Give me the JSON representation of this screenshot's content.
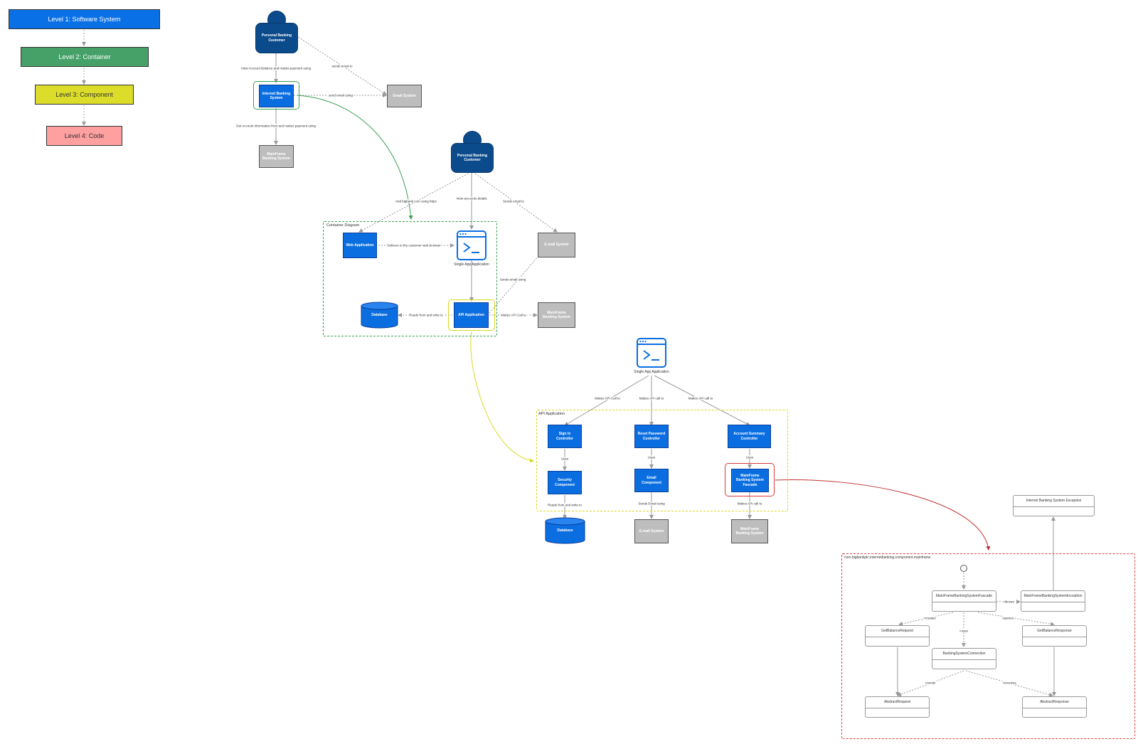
{
  "levels": {
    "l1": "Level 1: Software System",
    "l2": "Level 2: Container",
    "l3": "Level 3: Component",
    "l4": "Level 4: Code"
  },
  "colors": {
    "blue": "#0a6ee1",
    "person": "#0b4a8b",
    "gray": "#bdbdbd",
    "green": "#45a168",
    "yellow": "#dcdc2a",
    "red": "#e04444"
  },
  "context": {
    "customer": "Personal Banking\nCustomer",
    "ibs": "Internet Banking\nSystem",
    "email": "Email System",
    "mainframe": "MainFrame\nBanking System",
    "lbl_view": "View Account Balance and makes payment using",
    "lbl_sends_email": "sends email to",
    "lbl_send_email_using": "send email using",
    "lbl_get_account": "Get Account information from and makes payment using"
  },
  "container": {
    "customer": "Personal Banking\nCustomer",
    "title": "Container Diagram",
    "web": "Web Application",
    "spa": "Single App Application",
    "db": "Database",
    "api": "API Application",
    "email": "E-mail System",
    "mainframe": "MainFrame\nBanking System",
    "lbl_visit": "visit bigbank.com using https",
    "lbl_view": "View accounts details",
    "lbl_sends_email": "Sends email to",
    "lbl_delivers": "Delivers to the customer web browser",
    "lbl_reads": "Reads from and write to",
    "lbl_makes_api": "Makes API Call to",
    "lbl_sends_email_using": "Sends email using"
  },
  "component": {
    "spa": "Single App Application",
    "title": "API Application",
    "signin": "Sign in\nController",
    "reset": "Reset Password\nController",
    "summary": "Account Summary\nController",
    "security": "Security\nComponent",
    "email": "Email\nComponent",
    "facade": "MainFrame\nBanking System\nFascade",
    "db": "Database",
    "emailsys": "E-mail System",
    "mainframe": "MainFrame\nBanking System",
    "lbl_api1": "Makes API Call to",
    "lbl_api2": "Makes API call to",
    "lbl_api3": "Makes API call to",
    "lbl_uses1": "Uses",
    "lbl_uses2": "Uses",
    "lbl_uses3": "Uses",
    "lbl_reads": "Reads from and write to",
    "lbl_sends_email": "Sends Email using",
    "lbl_makes_api": "Makes API call to"
  },
  "code": {
    "package": "com.bigbankplc.internetbanking.component.mainframe",
    "exception_top": "Internet Banking System Exception",
    "facade": "MainFrameBankingSystemFascade",
    "exception": "MainFrameBankingSystemException",
    "get_req": "GetBalanceRequest",
    "get_resp": "GetBalanceResponse",
    "connection": "BankingSystemConnection",
    "abs_req": "AbstractRequest",
    "abs_resp": "AbstractResponse",
    "lbl_throws": "«throws",
    "lbl_creates": "«creates",
    "lbl_parses": "«parses",
    "lbl_uses": "«uses",
    "lbl_sends": "«sends",
    "lbl_receives": "«receives"
  }
}
